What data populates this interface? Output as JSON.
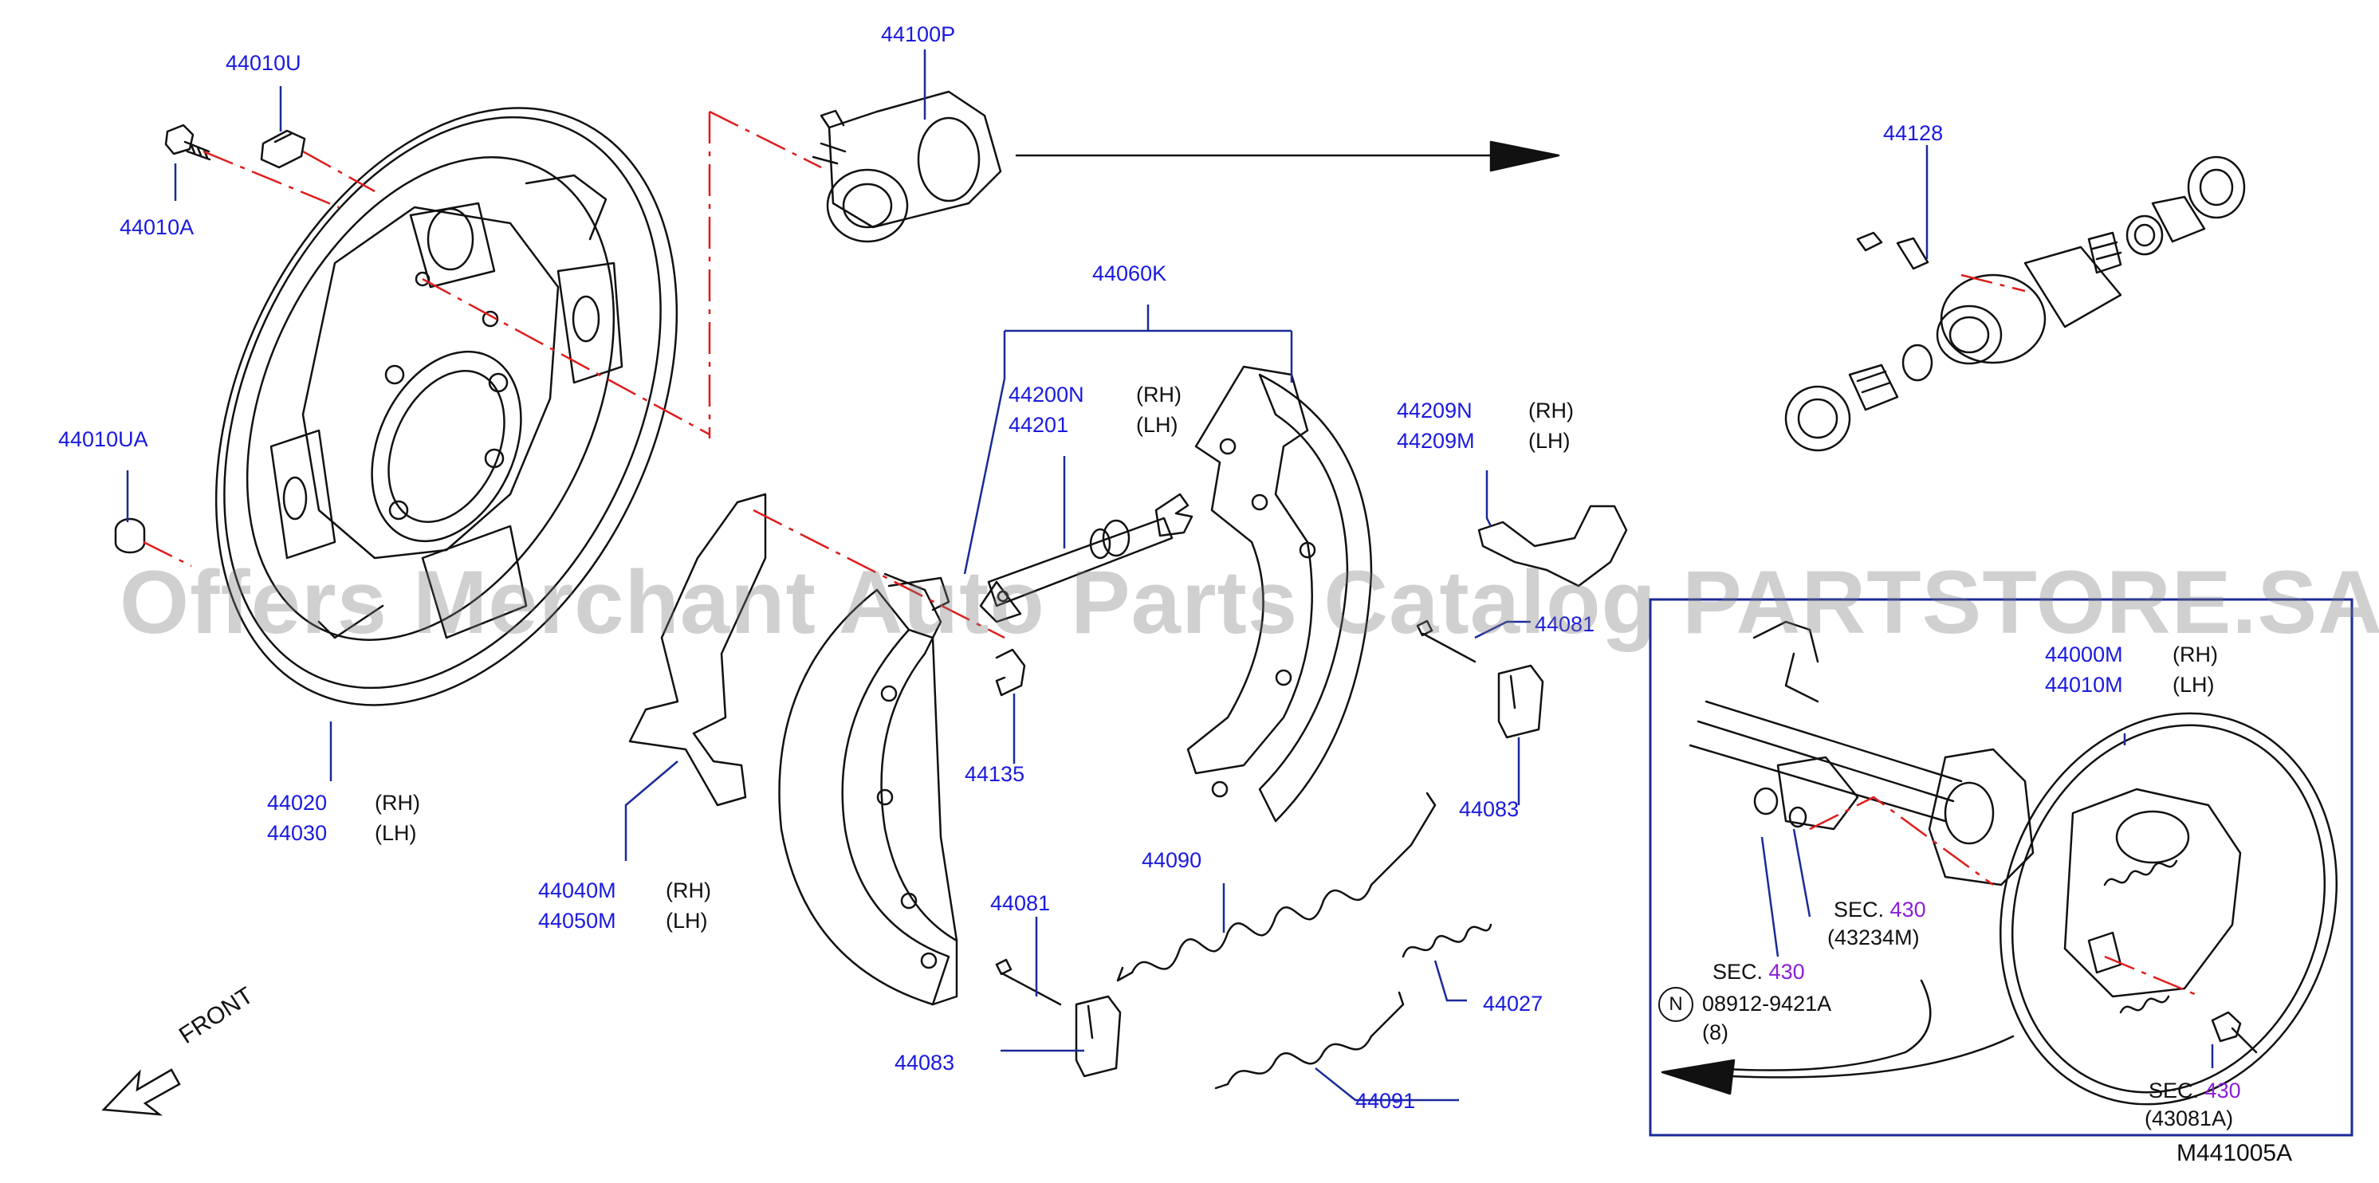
{
  "diagram": {
    "figure_code": "M441005A",
    "front_label": "FRONT",
    "watermark": "Offers Merchant Auto Parts Catalog PARTSTORE.SA",
    "colors": {
      "callout": "#1a1ae0",
      "section": "#8a1fd8",
      "lines": "#111111",
      "center_line": "#e01c1c",
      "frame": "#1a2a9a"
    },
    "parts": [
      {
        "code": "44010U"
      },
      {
        "code": "44010A"
      },
      {
        "code": "44010UA"
      },
      {
        "code": "44020",
        "side": "(RH)"
      },
      {
        "code": "44030",
        "side": "(LH)"
      },
      {
        "code": "44040M",
        "side": "(RH)"
      },
      {
        "code": "44050M",
        "side": "(LH)"
      },
      {
        "code": "44100P"
      },
      {
        "code": "44060K"
      },
      {
        "code": "44200N",
        "side": "(RH)"
      },
      {
        "code": "44201",
        "side": "(LH)"
      },
      {
        "code": "44135"
      },
      {
        "code": "44081"
      },
      {
        "code": "44083"
      },
      {
        "code": "44090"
      },
      {
        "code": "44091"
      },
      {
        "code": "44027"
      },
      {
        "code": "44209N",
        "side": "(RH)"
      },
      {
        "code": "44209M",
        "side": "(LH)"
      },
      {
        "code": "44081"
      },
      {
        "code": "44083"
      },
      {
        "code": "44128"
      },
      {
        "code": "44000M",
        "side": "(RH)"
      },
      {
        "code": "44010M",
        "side": "(LH)"
      }
    ],
    "sections": [
      {
        "prefix": "SEC.",
        "number": "430",
        "ref": "(43234M)"
      },
      {
        "prefix": "SEC.",
        "number": "430"
      },
      {
        "prefix": "SEC.",
        "number": "430",
        "ref": "(43081A)"
      }
    ],
    "fastener": {
      "symbol": "N",
      "code": "08912-9421A",
      "qty": "(8)"
    }
  }
}
